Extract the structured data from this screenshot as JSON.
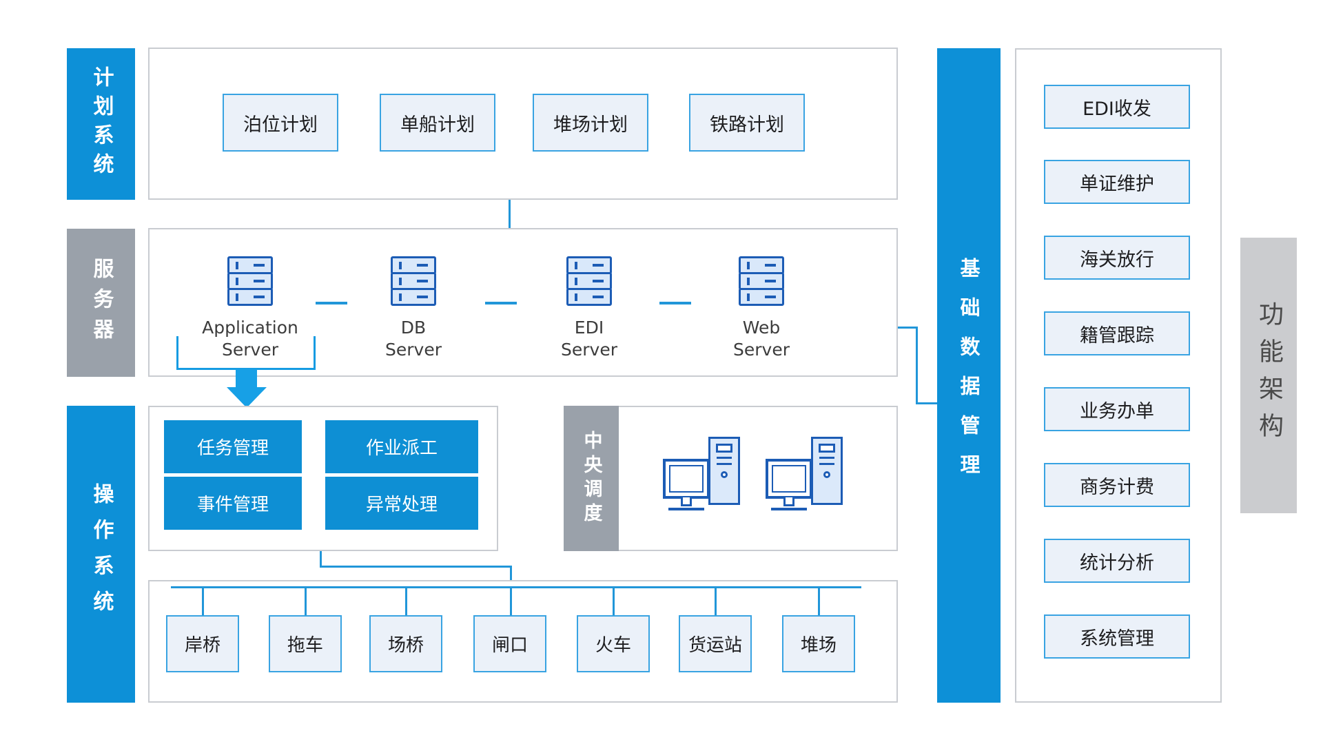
{
  "rails": {
    "plan": "计划系统",
    "server": "服务器",
    "ops": "操作系统",
    "base_data": "基础数据管理",
    "arch": "功能架构"
  },
  "planning": {
    "items": [
      "泊位计划",
      "单船计划",
      "堆场计划",
      "铁路计划"
    ]
  },
  "servers": {
    "items": [
      "Application\nServer",
      "DB\nServer",
      "EDI\nServer",
      "Web\nServer"
    ]
  },
  "operations": {
    "buttons": [
      "任务管理",
      "作业派工",
      "事件管理",
      "异常处理"
    ]
  },
  "central": {
    "label": "中央调度"
  },
  "equipment": {
    "items": [
      "岸桥",
      "拖车",
      "场桥",
      "闸口",
      "火车",
      "货运站",
      "堆场"
    ]
  },
  "functions": {
    "items": [
      "EDI收发",
      "单证维护",
      "海关放行",
      "籍管跟踪",
      "业务办单",
      "商务计费",
      "统计分析",
      "系统管理"
    ]
  },
  "colors": {
    "accent_blue": "#0d90d7",
    "button_blue": "#0e8fd4",
    "connector_blue": "#2196d9",
    "rail_gray": "#9aa1aa",
    "arch_rail_gray": "#cbcccf",
    "icon_blue": "#1c5cb5",
    "cell_fill": "#ebf1f9",
    "cell_border": "#38a3e2"
  }
}
